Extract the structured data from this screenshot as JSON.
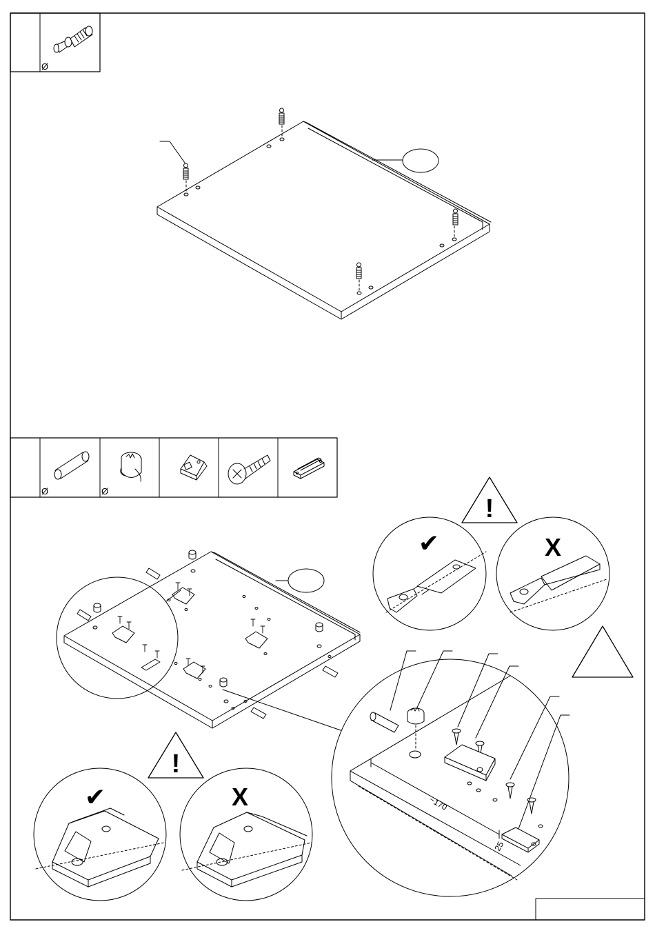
{
  "step1": {
    "parts": [
      {
        "icon": "cam-dowel-bolt-icon",
        "symbol": "Ø"
      }
    ]
  },
  "step2": {
    "parts": [
      {
        "icon": "wooden-dowel-icon",
        "symbol": "Ø"
      },
      {
        "icon": "cam-lock-nut-icon",
        "symbol": "Ø"
      },
      {
        "icon": "plastic-shelf-support-icon",
        "symbol": ""
      },
      {
        "icon": "cross-head-screw-icon",
        "symbol": ""
      },
      {
        "icon": "magnetic-catch-icon",
        "symbol": ""
      }
    ]
  },
  "warnings": {
    "attention": "!",
    "correct": "✔",
    "wrong": "X"
  },
  "detail": {
    "dimension_1": "~170",
    "dimension_2": "25"
  }
}
